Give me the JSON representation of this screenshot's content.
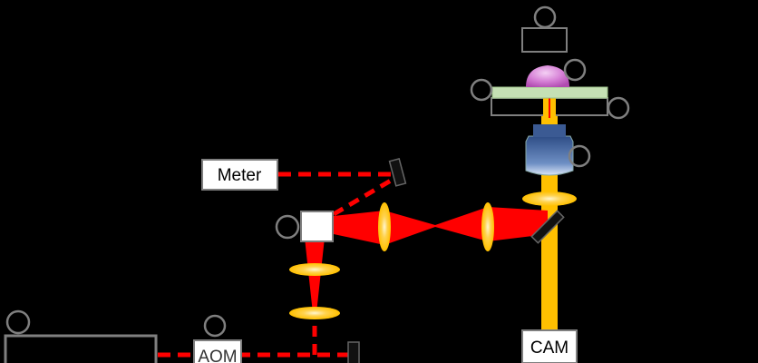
{
  "diagram": {
    "labels": {
      "meter": "Meter",
      "aom": "AOM",
      "cam": "CAM"
    },
    "colors": {
      "background": "#000000",
      "laser_red": "#ff0000",
      "beam_orange": "#ffc000",
      "lens_fill": "#ffc000",
      "lens_glow": "#ffe9a0",
      "outline_gray": "#7f7f7f",
      "sample_stage": "#c5e0b4",
      "sample_dome": "#cc66cc",
      "objective_blue": "#4a6fa5",
      "white": "#ffffff"
    }
  }
}
